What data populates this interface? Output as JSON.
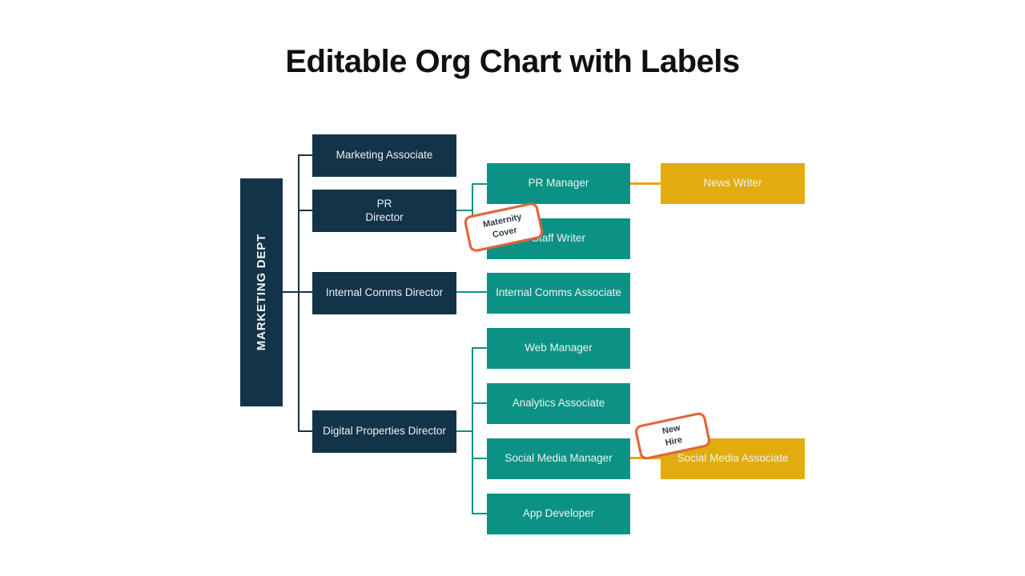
{
  "title": "Editable Org Chart with Labels",
  "department_bar": {
    "label": "MARKETING DEPT"
  },
  "colors": {
    "navy": "#133349",
    "teal": "#0B9285",
    "gold": "#E3AC0E",
    "tag_border_orange": "#E0653C",
    "tag_fill": "#FFFFFF",
    "box_text": "#EEF2F3",
    "title_text": "#101010",
    "background": "#FFFFFF"
  },
  "nodes": {
    "marketing_associate": {
      "label": "Marketing Associate",
      "color": "navy"
    },
    "pr_director": {
      "label": "PR\nDirector",
      "color": "navy"
    },
    "internal_comms_director": {
      "label": "Internal Comms Director",
      "color": "navy"
    },
    "digital_properties_director": {
      "label": "Digital Properties Director",
      "color": "navy"
    },
    "pr_manager": {
      "label": "PR Manager",
      "color": "teal"
    },
    "staff_writer": {
      "label": "Staff Writer",
      "color": "teal"
    },
    "internal_comms_associate": {
      "label": "Internal Comms Associate",
      "color": "teal"
    },
    "web_manager": {
      "label": "Web Manager",
      "color": "teal"
    },
    "analytics_associate": {
      "label": "Analytics Associate",
      "color": "teal"
    },
    "social_media_manager": {
      "label": "Social Media Manager",
      "color": "teal"
    },
    "app_developer": {
      "label": "App Developer",
      "color": "teal"
    },
    "news_writer": {
      "label": "News Writer",
      "color": "gold"
    },
    "social_media_associate": {
      "label": "Social Media Associate",
      "color": "gold"
    }
  },
  "tags": {
    "maternity_cover": {
      "text": "Maternity\nCover"
    },
    "new_hire": {
      "text": "New\nHire"
    }
  },
  "connections": [
    {
      "from": "marketing_dept",
      "to": "marketing_associate",
      "color": "navy"
    },
    {
      "from": "marketing_dept",
      "to": "pr_director",
      "color": "navy"
    },
    {
      "from": "marketing_dept",
      "to": "internal_comms_director",
      "color": "navy"
    },
    {
      "from": "marketing_dept",
      "to": "digital_properties_director",
      "color": "navy"
    },
    {
      "from": "pr_director",
      "to": "pr_manager",
      "color": "teal"
    },
    {
      "from": "pr_director",
      "to": "staff_writer",
      "color": "teal"
    },
    {
      "from": "internal_comms_director",
      "to": "internal_comms_associate",
      "color": "teal"
    },
    {
      "from": "digital_properties_director",
      "to": "web_manager",
      "color": "teal"
    },
    {
      "from": "digital_properties_director",
      "to": "analytics_associate",
      "color": "teal"
    },
    {
      "from": "digital_properties_director",
      "to": "social_media_manager",
      "color": "teal"
    },
    {
      "from": "digital_properties_director",
      "to": "app_developer",
      "color": "teal"
    },
    {
      "from": "pr_manager",
      "to": "news_writer",
      "color": "gold"
    },
    {
      "from": "social_media_manager",
      "to": "social_media_associate",
      "color": "gold"
    }
  ]
}
